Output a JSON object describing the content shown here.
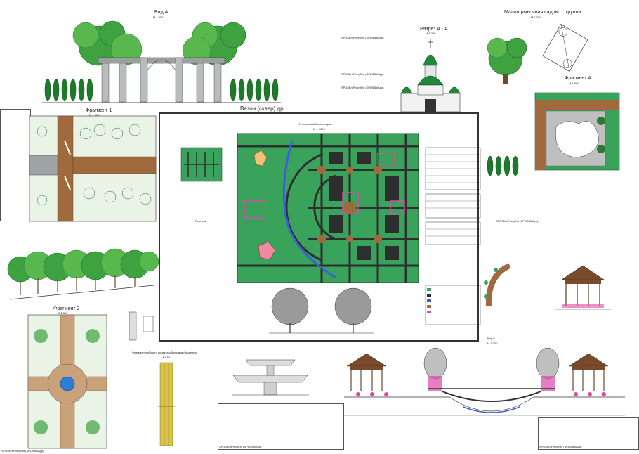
{
  "title_main": "Вазон (сквер) др...",
  "labels": {
    "view_a": "Вид А",
    "view_a_scale": "М 1:200",
    "section_aa": "Разрез А - А",
    "section_aa_scale": "М 1:200",
    "small_group": "Малая рыночная садово... группа",
    "small_group_scale": "М 1:200",
    "fragment1": "Фрагмент 1",
    "fragment1_scale": "М 1:500",
    "fragment2": "Фрагмент 2",
    "fragment2_scale": "М 1:500",
    "fragment4": "Фрагмент 4",
    "fragment4_scale": "М 1:500",
    "general_plan": "Генеральный план парка",
    "general_plan_scale": "М 1:1000",
    "pergola": "Перголы",
    "view_b": "Вид Б",
    "view_b_scale": "М 1:200",
    "fragment_paving": "Фрагмент рабочего проекта облицовки (мощения)",
    "fragment_paving_scale": "М 1:50",
    "proxy": "SPDSEntProxyEnt (SPDSBlkApp)"
  },
  "colors": {
    "plan_green": "#3aa35b",
    "path_dark": "#2d2f2e",
    "water": "#3b5fd6",
    "brick": "#a06a3e",
    "accent_pink": "#d84aa6",
    "foliage": "#3da23f"
  }
}
